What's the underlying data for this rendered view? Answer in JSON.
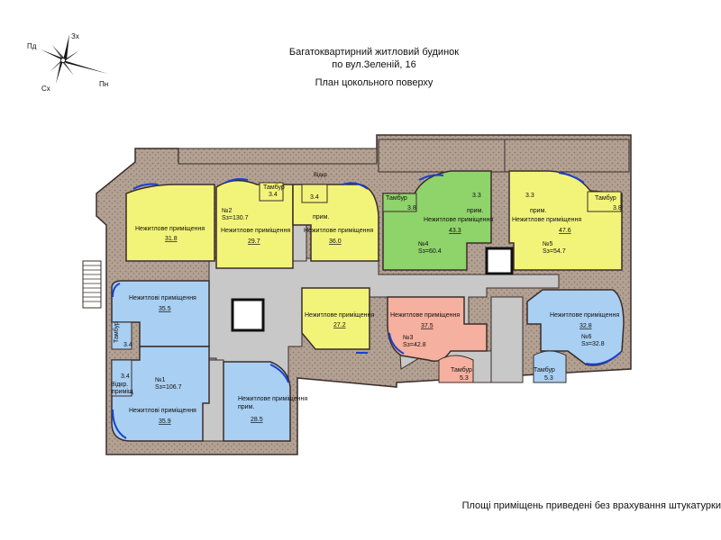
{
  "header": {
    "line1": "Багатоквартирний житловий будинок",
    "line2": "по вул.Зеленій, 16",
    "line3": "План цокольного поверху"
  },
  "compass": {
    "top": "Зх",
    "left": "Пд",
    "bottom_left": "Сх",
    "right": "Пн"
  },
  "footer_note": "Площі приміщень приведені без врахування штукатурки",
  "colors": {
    "yellow": "#f2f47a",
    "green": "#8fd36b",
    "blue": "#a9cff2",
    "salmon": "#f6b09f",
    "corridor": "#c8c8c8",
    "wall": "#a79384",
    "outline": "#3a2d2a"
  },
  "labels": {
    "nonres": "Нежитлове приміщення",
    "nonres_pl": "Нежитлові приміщення",
    "tambur": "Тамбур",
    "prim": "прим.",
    "vidkr": "Відкр.",
    "vidkr2": "приміщ",
    "vidkr_top": "Відкр"
  },
  "units": [
    {
      "id": "1",
      "no": "№1",
      "area": "Sз=106.7"
    },
    {
      "id": "2",
      "no": "№2",
      "area": "Sз=130.7"
    },
    {
      "id": "3",
      "no": "№3",
      "area": "Sз=42.8"
    },
    {
      "id": "4",
      "no": "№4",
      "area": "Sз=60.4"
    },
    {
      "id": "5",
      "no": "№5",
      "area": "Sз=54.7"
    },
    {
      "id": "6",
      "no": "№6",
      "area": "Sз=32.8"
    }
  ],
  "room_areas": {
    "y1": "31.8",
    "y2": "29.7",
    "y3": "36.0",
    "y4": "27.2",
    "yt": "3.4",
    "yp": "3.4",
    "g1": "43.3",
    "gt": "3.8",
    "gs": "3.3",
    "y5": "47.6",
    "y5t": "3.8",
    "y5s": "3.3",
    "b1": "35.5",
    "b2": "35.9",
    "b3": "28.5",
    "bt": "3.4",
    "bv": "3.4",
    "s1": "37.5",
    "st": "5.3",
    "b6": "32.8",
    "b6t": "5.3"
  }
}
